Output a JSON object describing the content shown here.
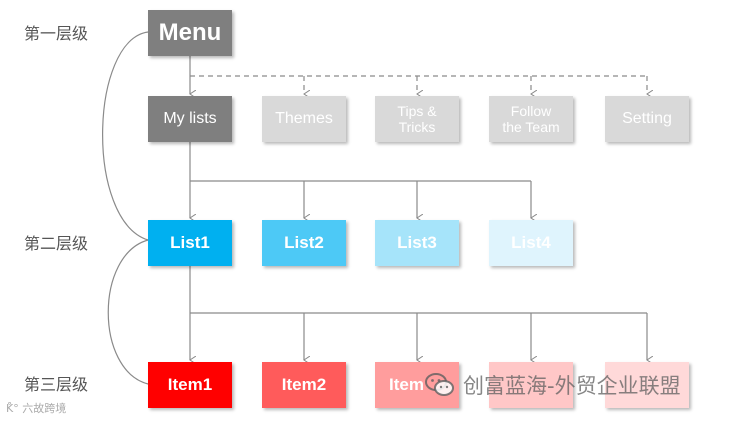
{
  "levels": {
    "level1": "第一层级",
    "level2": "第二层级",
    "level3": "第三层级"
  },
  "nodes": {
    "menu": "Menu",
    "l1": [
      "My lists",
      "Themes",
      "Tips &\nTricks",
      "Follow\nthe Team",
      "Setting"
    ],
    "l2": [
      "List1",
      "List2",
      "List3",
      "List4"
    ],
    "l3": [
      "Item1",
      "Item2",
      "Item",
      "",
      ""
    ]
  },
  "colors": {
    "menu_bg": "#7f7f7f",
    "l1_active": "#7f7f7f",
    "l1_inactive": "#d9d9d9",
    "l2": [
      "#00b0f0",
      "#4dc9f6",
      "#a6e4fa",
      "#dff4fd"
    ],
    "l3": [
      "#ff0000",
      "#ff5b5b",
      "#ff9d9d",
      "#ffc7c7",
      "#ffd9d9"
    ],
    "connector": "#8a8a8a"
  },
  "watermark": {
    "text": "创富蓝海-外贸企业联盟",
    "icon": "wechat-icon",
    "corner_logo": "六故跨境"
  }
}
